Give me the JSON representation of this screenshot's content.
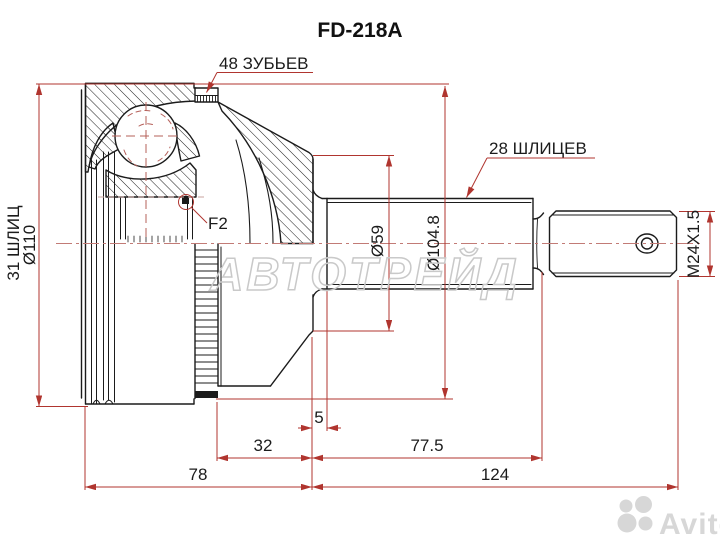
{
  "title": "FD-218A",
  "callouts": {
    "teeth": "48 ЗУБЬЕВ",
    "shaft_splines": "28 ШЛИЦЕВ",
    "circlip": "F2"
  },
  "dimensions": {
    "hub_spline_count": "31 ШЛИЦ",
    "hub_diameter": "Ø110",
    "boss_diameter": "Ø59",
    "abs_ring_diameter": "Ø104.8",
    "thread_spec": "M24X1.5",
    "boss_width": "5",
    "ring_to_face": "32",
    "shaft_length": "77.5",
    "housing_length": "78",
    "stem_length": "124"
  },
  "watermarks": {
    "seller": "АВТОТРЕЙД",
    "marketplace": "Avito"
  },
  "colors": {
    "line": "#1b1b1b",
    "dimension": "#b0352f",
    "centerline": "#c27b76",
    "watermark": "#c9c9c9"
  }
}
